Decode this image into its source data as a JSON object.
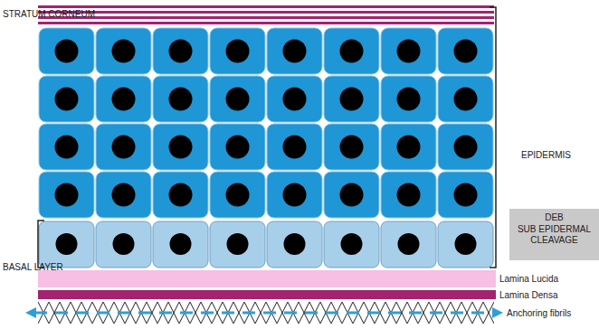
{
  "diagram": {
    "nodes": [
      {
        "text": [
          "DEB",
          "SUB EPIDERMAL CLEAVAGE"
        ]
      }
    ],
    "labels": [
      "STRATUM CORNEUM",
      "EPIDERMIS",
      "BASAL LAYER",
      "Lamina Lucida",
      "Lamina Densa",
      "Anchoring fibrils"
    ]
  }
}
